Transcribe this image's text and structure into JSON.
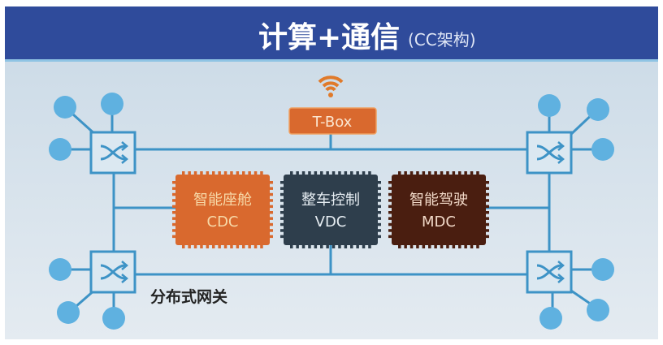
{
  "header": {
    "title": "计算+通信",
    "subtitle": "(CC架构)"
  },
  "tbox": {
    "label": "T-Box",
    "icon": "wifi-icon"
  },
  "chips": [
    {
      "name": "智能座舱",
      "code": "CDC",
      "color": "#d9692e",
      "text_color": "#f7d9a8"
    },
    {
      "name": "整车控制",
      "code": "VDC",
      "color": "#2e3e4c",
      "text_color": "#e6edf2"
    },
    {
      "name": "智能驾驶",
      "code": "MDC",
      "color": "#4a1e10",
      "text_color": "#f2d9c8"
    }
  ],
  "gateway_label": "分布式网关",
  "colors": {
    "header": "#2f4b9b",
    "background": "#d3e0ea",
    "line": "#3d93c6",
    "node": "#5fb1e0",
    "tbox": "#d9692e"
  }
}
